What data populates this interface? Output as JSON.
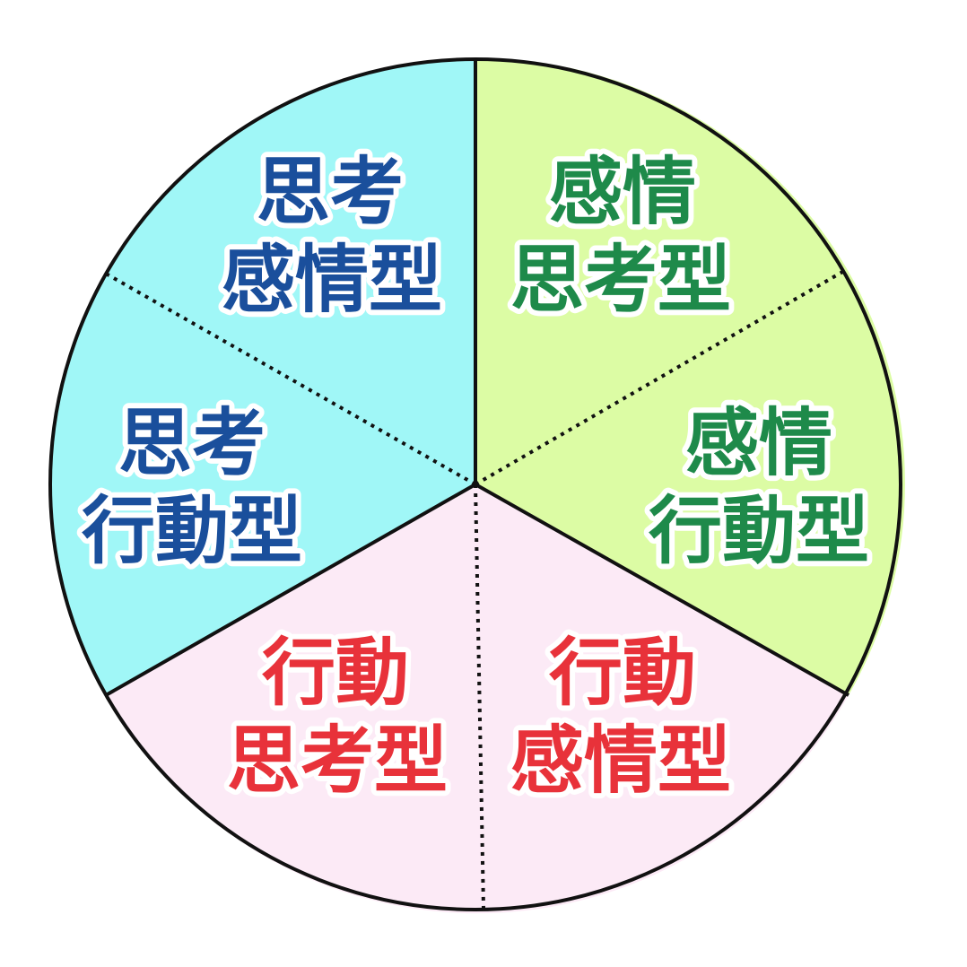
{
  "colors": {
    "thinking": "#1a4f9c",
    "feeling": "#1e8a4a",
    "action": "#e8323a",
    "thinking_bg": "#a0f7f7",
    "feeling_bg": "#dcfca4",
    "action_bg": "#fceaf6",
    "outline": "#111111"
  },
  "segments": [
    {
      "id": "thinking-feeling",
      "line1": "思考",
      "line2": "感情型"
    },
    {
      "id": "feeling-thinking",
      "line1": "感情",
      "line2": "思考型"
    },
    {
      "id": "feeling-action",
      "line1": "感情",
      "line2": "行動型"
    },
    {
      "id": "action-feeling",
      "line1": "行動",
      "line2": "感情型"
    },
    {
      "id": "action-thinking",
      "line1": "行動",
      "line2": "思考型"
    },
    {
      "id": "thinking-action",
      "line1": "思考",
      "line2": "行動型"
    }
  ]
}
